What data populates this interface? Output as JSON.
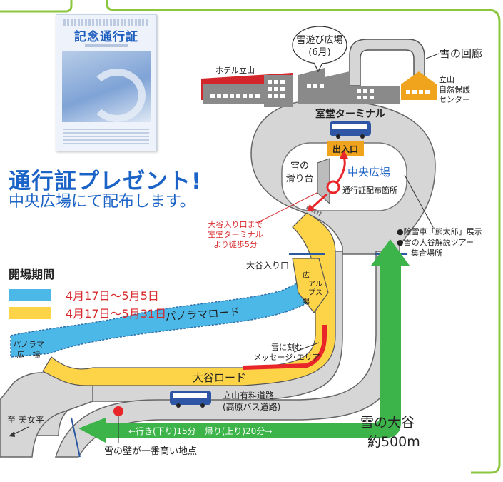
{
  "poster": {
    "title": "記念通行証"
  },
  "promo": {
    "headline": "通行証プレゼント!",
    "subline": "中央広場にて配布します。"
  },
  "legend": {
    "title": "開場期間",
    "items": [
      {
        "label": "4月17日～5月5日",
        "color": "#4cb8e8"
      },
      {
        "label": "4月17日～5月31日",
        "color": "#fdd348"
      }
    ]
  },
  "colors": {
    "road_gray": "#d6d6d6",
    "walk_green": "#3cb44a",
    "marker_red": "#e8262a",
    "frame_green": "#8cc63f",
    "building_gray": "#8a8a8a",
    "building_red": "#d3262b",
    "center_orange": "#f0a31c",
    "accent_blue": "#1b63c6",
    "text_red": "#d8292b"
  },
  "map": {
    "yuki_asobi_line1": "雪遊び広場",
    "yuki_asobi_line2": "(6月)",
    "yuki_kairo": "雪の回廊",
    "hotel": "ホテル立山",
    "nature_center_line1": "立山",
    "nature_center_line2": "自然保護",
    "nature_center_line3": "センター",
    "terminal": "室堂ターミナル",
    "entrance": "出入口",
    "central_plaza": "中央広場",
    "pass_distribution": "通行証配布箇所",
    "slide_line1": "雪の",
    "slide_line2": "滑り台",
    "walk_note_line1": "大谷入り口まで",
    "walk_note_line2": "室堂ターミナル",
    "walk_note_line3": "より徒歩5分",
    "exhibit_line1": "●除雪車「熊太郎」展示",
    "exhibit_line2": "●雪の大谷解説ツアー",
    "exhibit_line3": "集合場所",
    "otani_entrance": "大谷入り口",
    "alps_plaza_line1": "広",
    "alps_plaza_line2": "アル",
    "alps_plaza_line3": "プス",
    "alps_plaza_line4": "場",
    "panorama_road": "パノラマロード",
    "panorama_plaza_line1": "パノラマ",
    "panorama_plaza_line2": "広　場",
    "message_area_line1": "雪に刻む",
    "message_area_line2": "メッセージ･エリア",
    "otani_road": "大谷ロード",
    "toll_road_line1": "立山有料道路",
    "toll_road_line2": "(高原バス道路)",
    "bijodaira": "至 美女平",
    "walk_time": "←行き(下り)15分　帰り(上り)20分→",
    "highest_wall": "雪の壁が一番高い地点",
    "otani_line1": "雪の大谷",
    "otani_line2": "約500m"
  }
}
